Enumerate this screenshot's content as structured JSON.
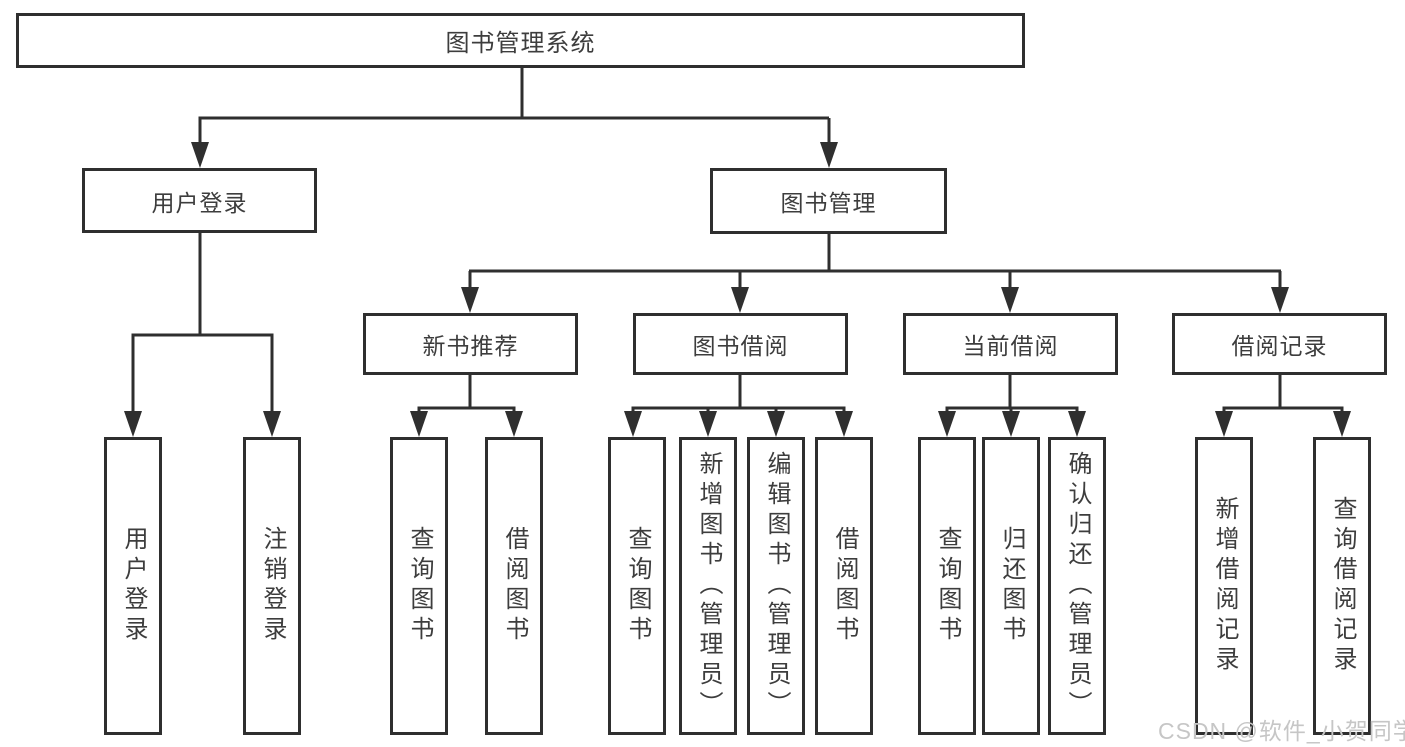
{
  "tree": {
    "root": "图书管理系统",
    "login_branch": {
      "label": "用户登录",
      "leaves": [
        "用户登录",
        "注销登录"
      ]
    },
    "mgmt_branch": {
      "label": "图书管理",
      "groups": [
        {
          "label": "新书推荐",
          "leaves": [
            "查询图书",
            "借阅图书"
          ]
        },
        {
          "label": "图书借阅",
          "leaves": [
            "查询图书",
            "新增图书（管理员）",
            "编辑图书（管理员）",
            "借阅图书"
          ]
        },
        {
          "label": "当前借阅",
          "leaves": [
            "查询图书",
            "归还图书",
            "确认归还（管理员）"
          ]
        },
        {
          "label": "借阅记录",
          "leaves": [
            "新增借阅记录",
            "查询借阅记录"
          ]
        }
      ]
    }
  },
  "watermark": "CSDN @软件_小贺同学",
  "colors": {
    "line": "#2f2f2f",
    "box_border": "#2f2f2f",
    "text": "#3d3d3d",
    "watermark": "#c6c6c6",
    "background": "#ffffff"
  }
}
